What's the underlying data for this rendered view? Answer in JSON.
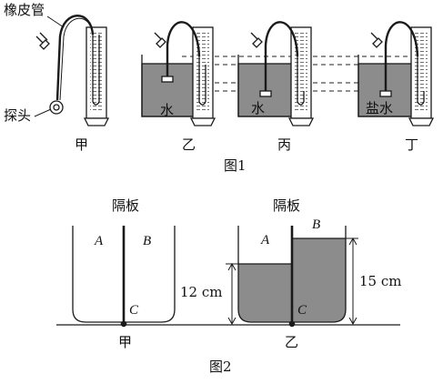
{
  "figure1": {
    "caption": "图1",
    "labels": {
      "hose": "橡皮管",
      "probe": "探头"
    },
    "panels": [
      {
        "name": "甲",
        "liquid": ""
      },
      {
        "name": "乙",
        "liquid": "水"
      },
      {
        "name": "丙",
        "liquid": "水"
      },
      {
        "name": "丁",
        "liquid": "盐水"
      }
    ]
  },
  "figure2": {
    "caption": "图2",
    "partition_label": "隔板",
    "panels": [
      {
        "name": "甲",
        "side_a": "A",
        "side_b": "B",
        "point": "C"
      },
      {
        "name": "乙",
        "side_a": "A",
        "side_b": "B",
        "point": "C",
        "level_a_label": "12 cm",
        "level_b_label": "15 cm"
      }
    ]
  },
  "colors": {
    "ink": "#1a1a1a",
    "liquid": "#8c8c8c",
    "bg": "#ffffff"
  }
}
